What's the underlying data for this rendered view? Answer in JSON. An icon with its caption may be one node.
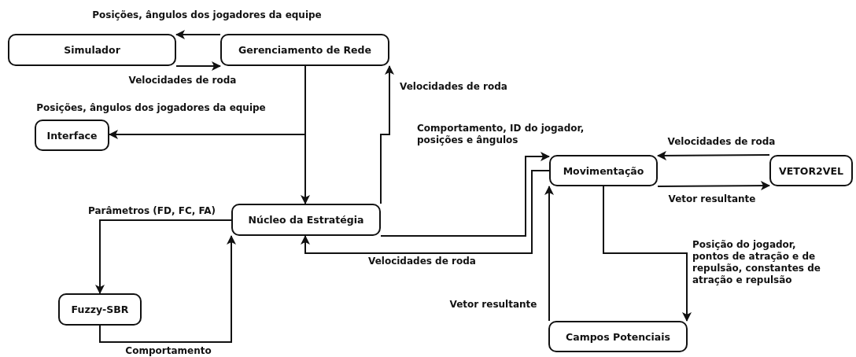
{
  "diagram": {
    "nodes": [
      {
        "text": [
          "Simulador"
        ]
      },
      {
        "text": [
          "Gerenciamento de Rede"
        ]
      },
      {
        "text": [
          "Interface"
        ]
      },
      {
        "text": [
          "Núcleo da Estratégia"
        ]
      },
      {
        "text": [
          "Fuzzy-SBR"
        ]
      },
      {
        "text": [
          "Movimentação"
        ]
      },
      {
        "text": [
          "VETOR2VEL"
        ]
      },
      {
        "text": [
          "Campos Potenciais"
        ]
      }
    ],
    "edges": [
      {
        "from": 1,
        "to": 0,
        "arrow": "to",
        "label": "Posições, ângulos dos jogadores da equipe"
      },
      {
        "from": 0,
        "to": 1,
        "arrow": "to",
        "label": "Velocidades de roda"
      },
      {
        "from": 1,
        "to": 3,
        "arrow": "to"
      },
      {
        "from": 1,
        "to": 2,
        "arrow": "to",
        "label": "Posições, ângulos dos jogadores da equipe"
      },
      {
        "from": 3,
        "to": 1,
        "arrow": "to",
        "label": "Velocidades de roda"
      },
      {
        "from": 3,
        "to": 4,
        "arrow": "to",
        "label": "Parâmetros (FD, FC, FA)"
      },
      {
        "from": 4,
        "to": 3,
        "arrow": "to",
        "label": "Comportamento"
      },
      {
        "from": 3,
        "to": 5,
        "arrow": "to",
        "label": "Comportamento, ID do jogador, posições e ângulos"
      },
      {
        "from": 5,
        "to": 3,
        "arrow": "to",
        "label": "Velocidades de roda"
      },
      {
        "from": 6,
        "to": 5,
        "arrow": "to",
        "label": "Velocidades de roda"
      },
      {
        "from": 5,
        "to": 6,
        "arrow": "to",
        "label": "Vetor resultante"
      },
      {
        "from": 5,
        "to": 7,
        "arrow": "to",
        "label": "Posição do jogador, pontos de atração e de repulsão, constantes de atração e repulsão"
      },
      {
        "from": 7,
        "to": 5,
        "arrow": "to",
        "label": "Vetor resultante"
      }
    ]
  }
}
